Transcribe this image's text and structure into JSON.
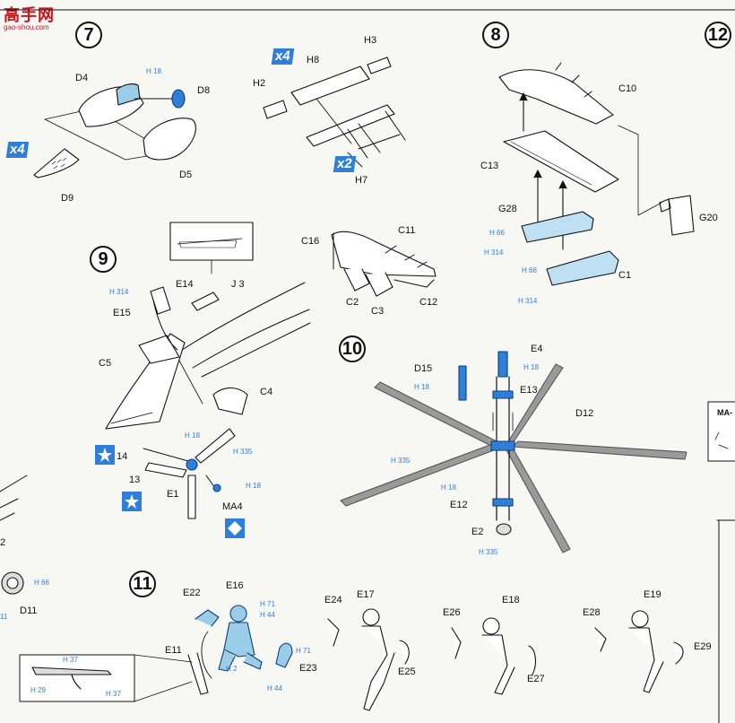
{
  "watermark": {
    "site_name": "高手网",
    "url": "gao-shou.com"
  },
  "colors": {
    "paint_blue": "#2f7fd8",
    "ink": "#111111",
    "part_blue": "#9ccde8"
  },
  "steps": {
    "s7": "7",
    "s8": "8",
    "s9": "9",
    "s10": "10",
    "s11": "11",
    "s12": "12"
  },
  "multipliers": {
    "m1": "x4",
    "m2": "x4",
    "m3": "x2"
  },
  "step7": {
    "D4": "D4",
    "D8": "D8",
    "D9": "D9",
    "D5": "D5",
    "paint_h18": "H 18",
    "H3": "H3",
    "H8": "H8",
    "H2": "H2",
    "H7": "H7"
  },
  "step8": {
    "C10": "C10",
    "C13": "C13",
    "G28": "G28",
    "C1": "C1",
    "G20": "G20",
    "h66a": "H 66",
    "h314a": "H 314",
    "h66b": "H 66",
    "h314b": "H 314"
  },
  "step9": {
    "E14": "E14",
    "J3": "J 3",
    "E15": "E15",
    "C5": "C5",
    "C4": "C4",
    "E1": "E1",
    "MA4": "MA4",
    "n14": "14",
    "n13": "13",
    "h314": "H 314",
    "h18a": "H 18",
    "h335": "H 335",
    "h18b": "H 18"
  },
  "tail": {
    "C11": "C11",
    "C16": "C16",
    "C2": "C2",
    "C3": "C3",
    "C12": "C12"
  },
  "step10": {
    "E4": "E4",
    "D15": "D15",
    "E13": "E13",
    "D12": "D12",
    "E12": "E12",
    "E2": "E2",
    "h18a": "H 18",
    "h18b": "H 18",
    "h335a": "H 335",
    "h18c": "H 18",
    "h335b": "H 335"
  },
  "step11": {
    "E22": "E22",
    "E16": "E16",
    "E11": "E11",
    "E23": "E23",
    "E24": "E24",
    "E17": "E17",
    "E25": "E25",
    "E26": "E26",
    "E18": "E18",
    "E27": "E27",
    "E28": "E28",
    "E19": "E19",
    "E29": "E29",
    "h71a": "H 71",
    "h44a": "H 44",
    "h71b": "H 71",
    "h44b": "H 44",
    "h2": "H 2",
    "h37a": "H 37",
    "h29": "H 29",
    "h37b": "H 37"
  },
  "left_edge": {
    "n2": "2",
    "D11": "D11",
    "h66": "H 66",
    "n11": "11"
  },
  "right_edge": {
    "MA": "MA-"
  }
}
